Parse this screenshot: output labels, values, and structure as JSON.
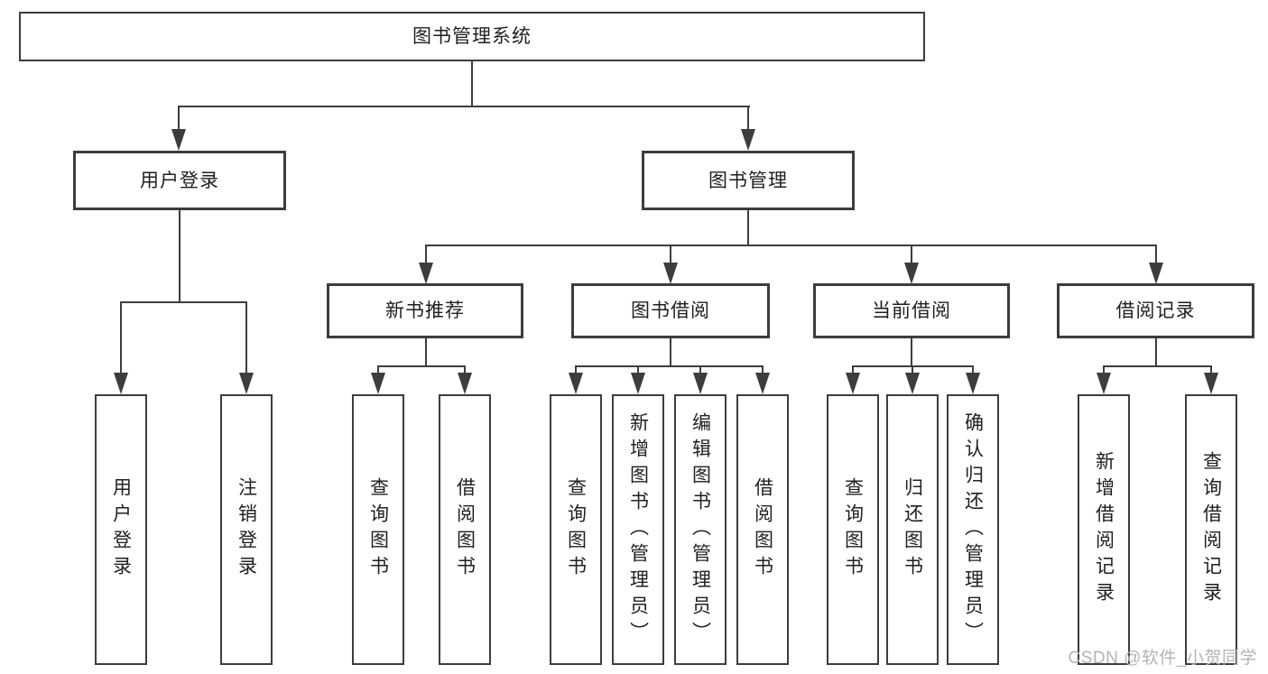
{
  "root": {
    "label": "图书管理系统"
  },
  "branches": [
    {
      "label": "用户登录",
      "children": [
        {
          "label": "用户登录"
        },
        {
          "label": "注销登录"
        }
      ]
    },
    {
      "label": "图书管理",
      "groups": [
        {
          "label": "新书推荐",
          "children": [
            {
              "label": "查询图书"
            },
            {
              "label": "借阅图书"
            }
          ]
        },
        {
          "label": "图书借阅",
          "children": [
            {
              "label": "查询图书"
            },
            {
              "label": "新增图书（管理员）"
            },
            {
              "label": "编辑图书（管理员）"
            },
            {
              "label": "借阅图书"
            }
          ]
        },
        {
          "label": "当前借阅",
          "children": [
            {
              "label": "查询图书"
            },
            {
              "label": "归还图书"
            },
            {
              "label": "确认归还（管理员）"
            }
          ]
        },
        {
          "label": "借阅记录",
          "children": [
            {
              "label": "新增借阅记录"
            },
            {
              "label": "查询借阅记录"
            }
          ]
        }
      ]
    }
  ],
  "watermark": {
    "text": "CSDN @软件_小贺同学"
  },
  "colors": {
    "line": "#3d3d3d",
    "text": "#1f1f1f",
    "background": "#ffffff",
    "watermark": "#b4b4b4"
  }
}
